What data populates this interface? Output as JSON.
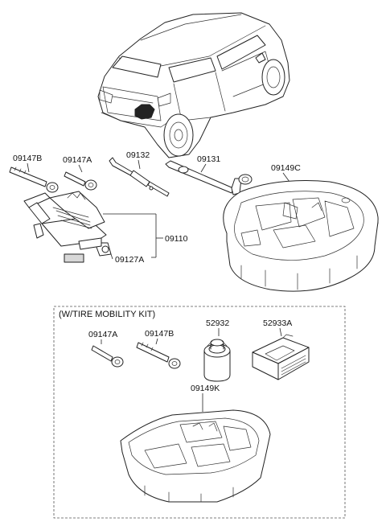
{
  "labels": {
    "p09147B_top": "09147B",
    "p09147A_top": "09147A",
    "p09132": "09132",
    "p09131": "09131",
    "p09149C": "09149C",
    "p09110": "09110",
    "p09127A": "09127A",
    "kit_title": "(W/TIRE MOBILITY KIT)",
    "p09147A_kit": "09147A",
    "p09147B_kit": "09147B",
    "p52932": "52932",
    "p52933A": "52933A",
    "p09149K": "09149K"
  }
}
